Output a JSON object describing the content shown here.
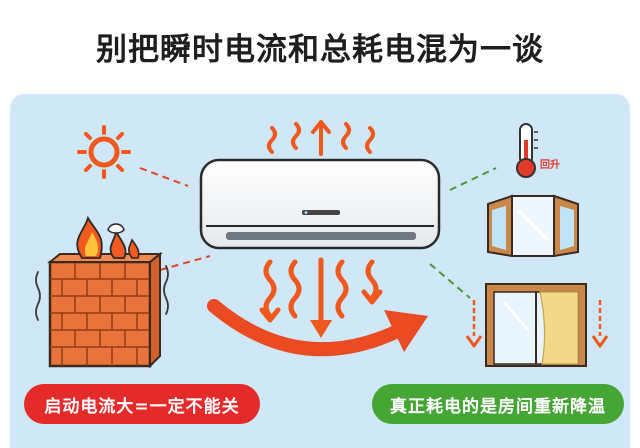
{
  "title": "别把瞬时电流和总耗电混为一谈",
  "left_label": "启动电流大=一定不能关",
  "right_label": "真正耗电的是房间重新降温",
  "thermometer_label": "回升",
  "icons": [
    "sun-icon",
    "air-conditioner-icon",
    "heat-wave-icon",
    "brick-wall-icon",
    "fire-icon",
    "thermometer-icon",
    "open-window-icon",
    "window-curtain-icon",
    "cold-wind-icon",
    "curved-arrow-icon"
  ],
  "colors": {
    "panel": "#cfe7f6",
    "warning_red": "#e52a2a",
    "confirm_green": "#45a535",
    "arrow_orange": "#f0581e",
    "brick": "#e9733a"
  }
}
